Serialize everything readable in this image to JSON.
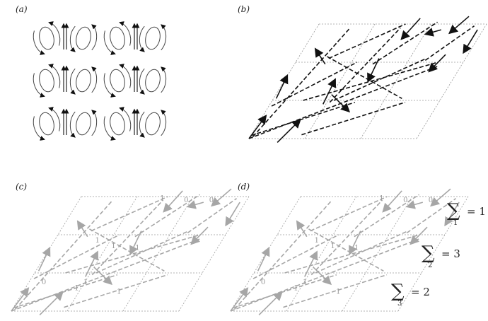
{
  "panels": {
    "a": {
      "label": "(a)"
    },
    "b": {
      "label": "(b)"
    },
    "c": {
      "label": "(c)"
    },
    "d": {
      "label": "(d)"
    }
  },
  "colors": {
    "ink": "#222222",
    "grey_arrows": "#a6a6a6",
    "lattice": "#9a9a9a",
    "numbers": "#999999"
  },
  "bond_numbers": [
    "1",
    "0",
    "0",
    "1",
    "1",
    "1",
    "1",
    "0",
    "1",
    "1"
  ],
  "sums": [
    {
      "index": "1",
      "value": "= 1"
    },
    {
      "index": "2",
      "value": "= 3"
    },
    {
      "index": "3",
      "value": "= 2"
    }
  ],
  "sum_symbol": "∑"
}
